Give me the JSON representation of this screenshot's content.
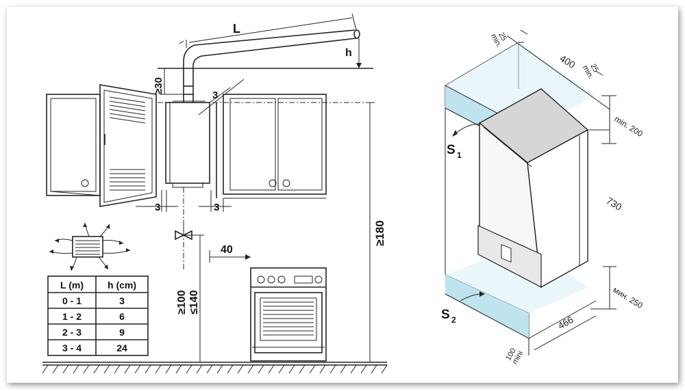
{
  "left_diagram": {
    "labels": {
      "L": "L",
      "h": "h",
      "ge30": "≥30",
      "gap_top": "3",
      "gap_left": "3",
      "gap_right": "3",
      "ge180": "≥180",
      "stove_gap": "40",
      "ge100": "≥100",
      "le140": "≤140"
    },
    "table": {
      "headers": [
        "L (m)",
        "h (cm)"
      ],
      "rows": [
        [
          "0 - 1",
          "3"
        ],
        [
          "1 - 2",
          "6"
        ],
        [
          "2 - 3",
          "9"
        ],
        [
          "3 - 4",
          "24"
        ]
      ]
    }
  },
  "right_diagram": {
    "labels": {
      "top_left_clear": "25\nmin.",
      "width": "400",
      "top_right_clear": "25\nmin.",
      "above": "min. 200",
      "height": "730",
      "below": "мин. 250",
      "depth": "466",
      "bottom_clear": "100\nmini",
      "s1": "S",
      "s1_sub": "1",
      "s2": "S",
      "s2_sub": "2"
    }
  },
  "colors": {
    "airflow_zone": "#bfe3ef",
    "ink": "#222222"
  }
}
